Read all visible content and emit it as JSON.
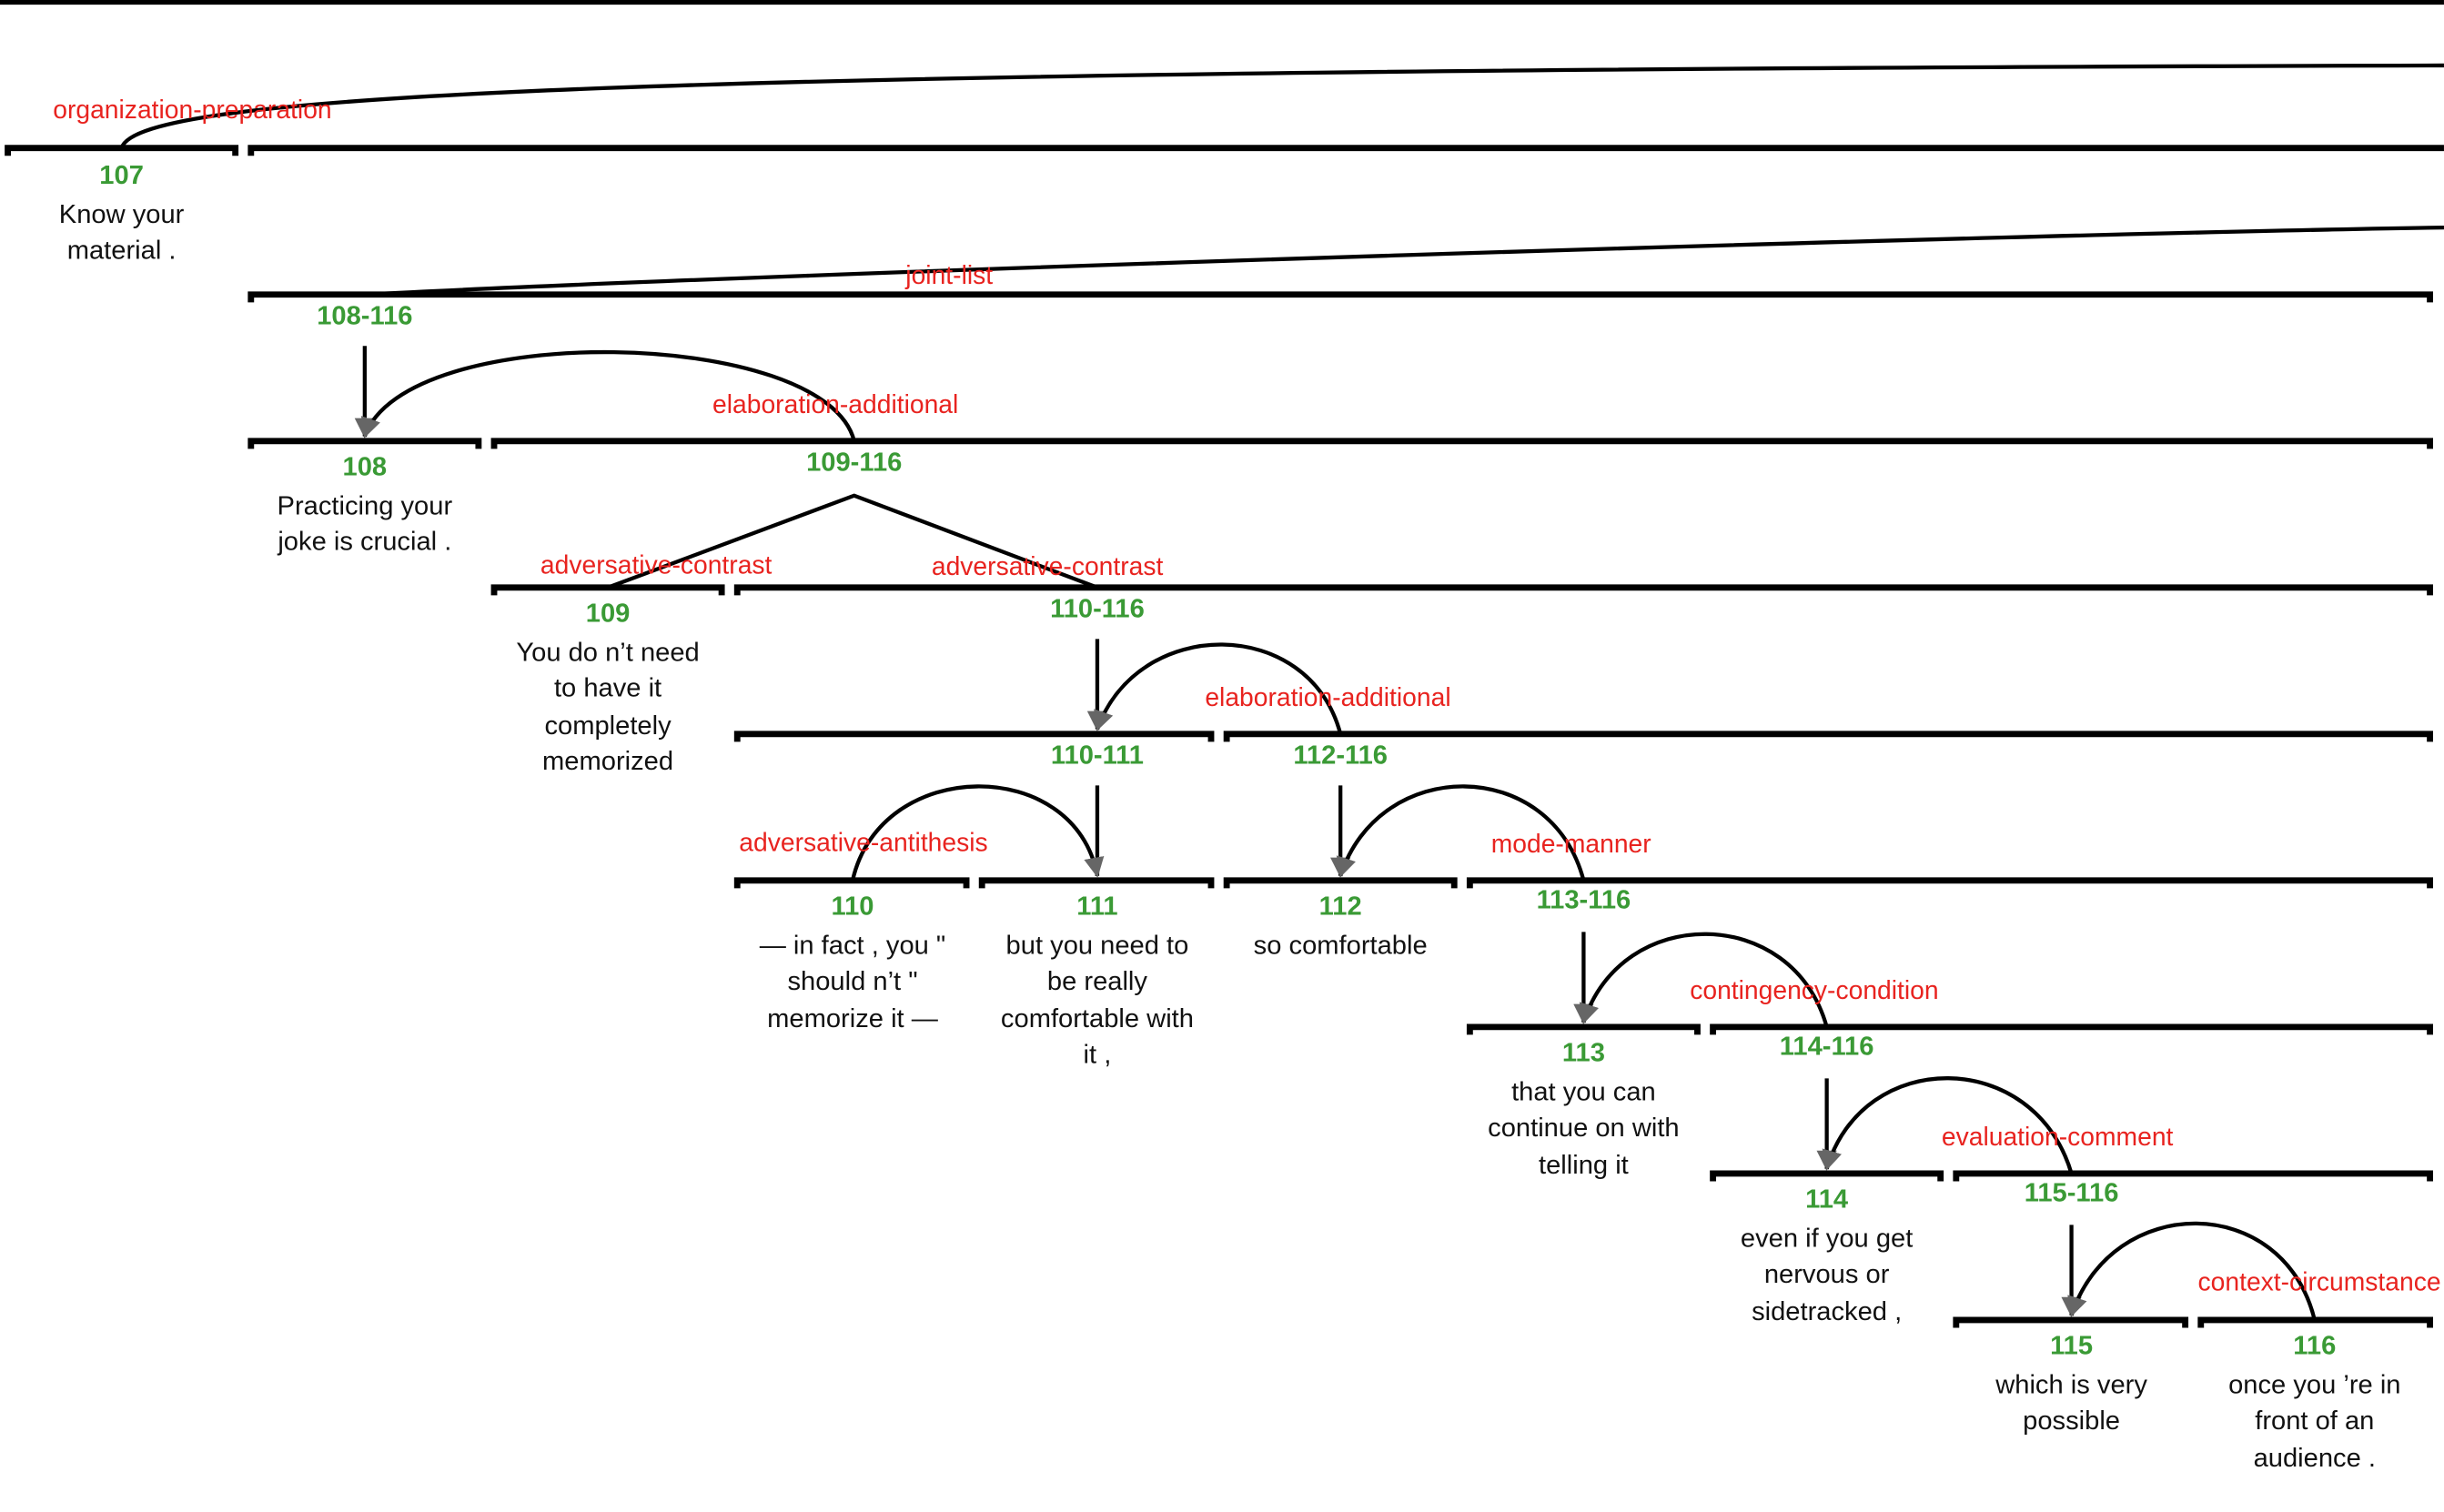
{
  "colors": {
    "relation": "#e8231f",
    "node_id": "#3a9a35",
    "text": "#111111",
    "line": "#000000",
    "arrowhead": "#666666"
  },
  "relations": [
    {
      "id": "rel-organization-preparation",
      "label": "organization-preparation"
    },
    {
      "id": "rel-joint-list",
      "label": "joint-list"
    },
    {
      "id": "rel-elaboration-additional-1",
      "label": "elaboration-additional"
    },
    {
      "id": "rel-adversative-contrast-1",
      "label": "adversative-contrast"
    },
    {
      "id": "rel-adversative-contrast-2",
      "label": "adversative-contrast"
    },
    {
      "id": "rel-elaboration-additional-2",
      "label": "elaboration-additional"
    },
    {
      "id": "rel-adversative-antithesis",
      "label": "adversative-antithesis"
    },
    {
      "id": "rel-mode-manner",
      "label": "mode-manner"
    },
    {
      "id": "rel-contingency-condition",
      "label": "contingency-condition"
    },
    {
      "id": "rel-evaluation-comment",
      "label": "evaluation-comment"
    },
    {
      "id": "rel-context-circumstance",
      "label": "context-circumstance"
    }
  ],
  "spans": [
    {
      "id": "span-108-116",
      "label": "108-116"
    },
    {
      "id": "span-109-116",
      "label": "109-116"
    },
    {
      "id": "span-110-116",
      "label": "110-116"
    },
    {
      "id": "span-110-111",
      "label": "110-111"
    },
    {
      "id": "span-112-116",
      "label": "112-116"
    },
    {
      "id": "span-113-116",
      "label": "113-116"
    },
    {
      "id": "span-114-116",
      "label": "114-116"
    },
    {
      "id": "span-115-116",
      "label": "115-116"
    }
  ],
  "segments": [
    {
      "id": "107",
      "label": "107",
      "lines": [
        "Know your",
        "material ."
      ]
    },
    {
      "id": "108",
      "label": "108",
      "lines": [
        "Practicing your",
        "joke is crucial ."
      ]
    },
    {
      "id": "109",
      "label": "109",
      "lines": [
        "You do n’t need",
        "to have it",
        "completely",
        "memorized"
      ]
    },
    {
      "id": "110",
      "label": "110",
      "lines": [
        "— in fact , you \"",
        "should n’t \"",
        "memorize it —"
      ]
    },
    {
      "id": "111",
      "label": "111",
      "lines": [
        "but you need to",
        "be really",
        "comfortable with",
        "it ,"
      ]
    },
    {
      "id": "112",
      "label": "112",
      "lines": [
        "so comfortable"
      ]
    },
    {
      "id": "113",
      "label": "113",
      "lines": [
        "that you can",
        "continue on with",
        "telling it"
      ]
    },
    {
      "id": "114",
      "label": "114",
      "lines": [
        "even if you get",
        "nervous or",
        "sidetracked ,"
      ]
    },
    {
      "id": "115",
      "label": "115",
      "lines": [
        "which is very",
        "possible"
      ]
    },
    {
      "id": "116",
      "label": "116",
      "lines": [
        "once you ’re in",
        "front of an",
        "audience ."
      ]
    }
  ]
}
